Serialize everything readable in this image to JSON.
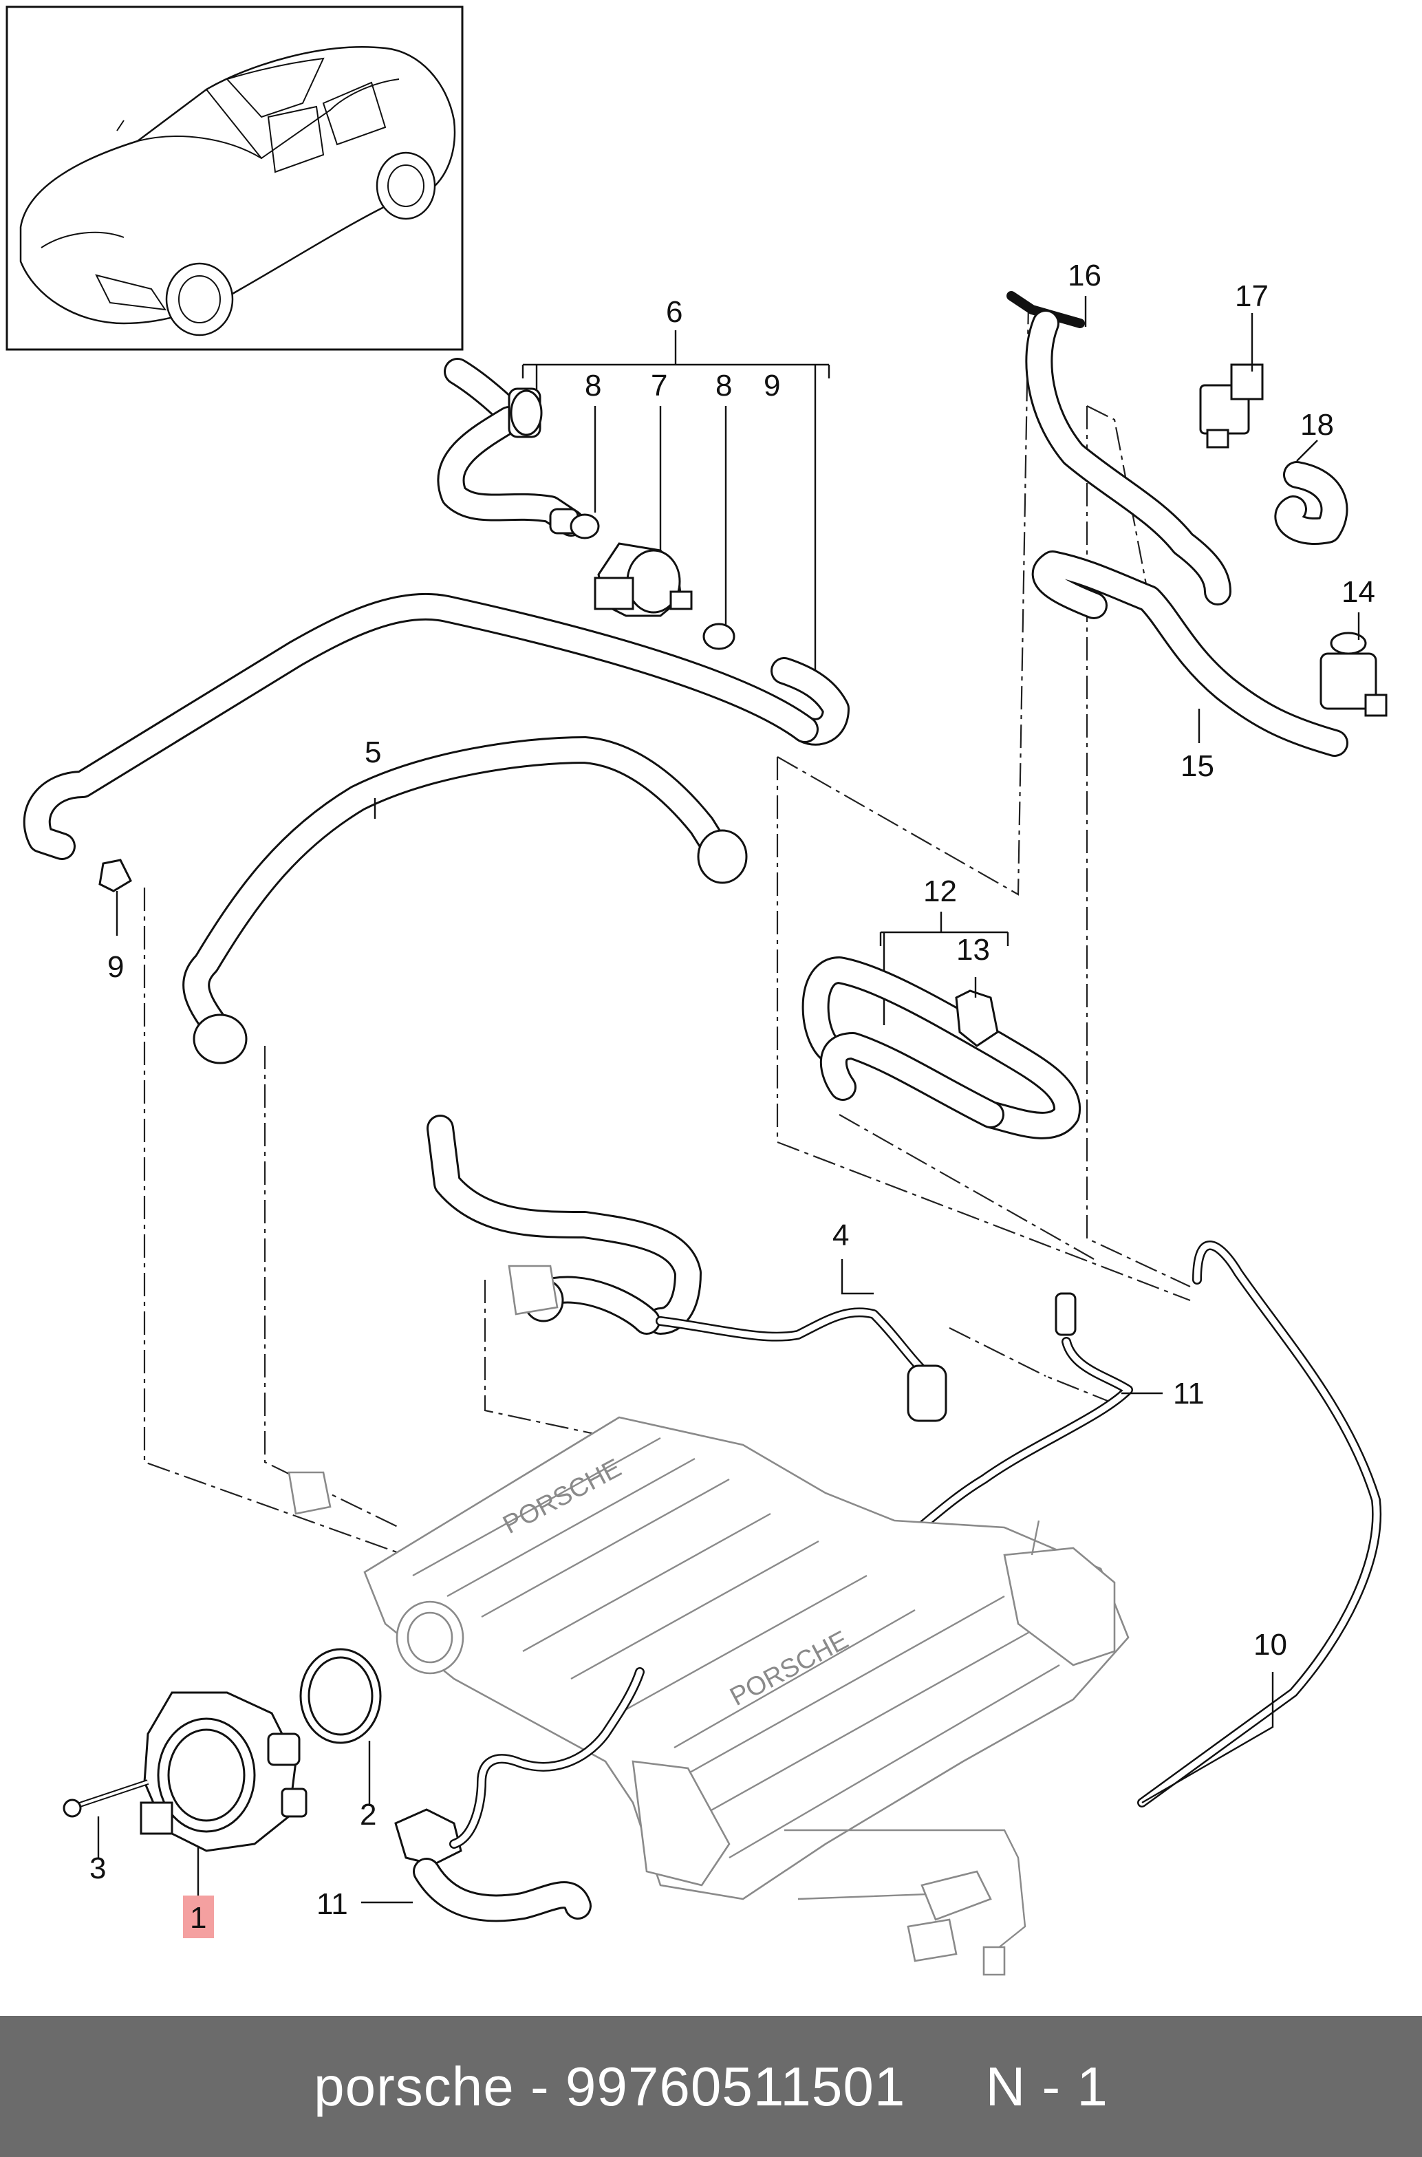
{
  "diagram": {
    "callouts": {
      "c1": "1",
      "c2": "2",
      "c3": "3",
      "c4": "4",
      "c5": "5",
      "c6": "6",
      "c7": "7",
      "c8a": "8",
      "c8b": "8",
      "c9a": "9",
      "c9b": "9",
      "c10": "10",
      "c11a": "11",
      "c11b": "11",
      "c12": "12",
      "c13": "13",
      "c14": "14",
      "c15": "15",
      "c16": "16",
      "c17": "17",
      "c18": "18"
    },
    "highlight_color": "#f4a0a0",
    "manifold_logos": [
      "PORSCHE",
      "PORSCHE"
    ]
  },
  "footer": {
    "text": "porsche - 99760511501     N - 1",
    "background": "#6b6b6b"
  }
}
